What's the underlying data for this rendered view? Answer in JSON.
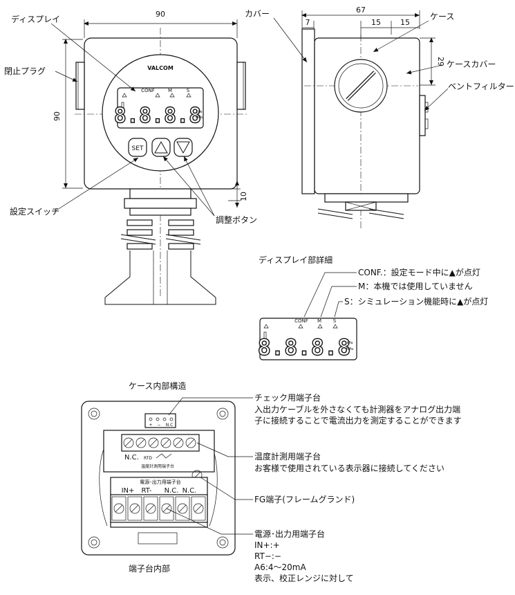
{
  "front_view": {
    "width_dim": "90",
    "height_dim": "90",
    "neck_dim": "10",
    "logo": "VALCOM",
    "labels": {
      "display": "ディスプレイ",
      "plug": "閉止プラグ",
      "set_switch": "設定スイッチ",
      "adjust_button": "調整ボタン"
    },
    "set_button": "SET",
    "indicator_labels": [
      "CONF",
      "M",
      "S"
    ],
    "digits": "8.8.8.8",
    "unit_top": "kPa",
    "unit_bottom": "MPa"
  },
  "side_view": {
    "width_dim": "67",
    "dim_7": "7",
    "dim_15a": "15",
    "dim_15b": "15",
    "dim_29": "29",
    "labels": {
      "cover": "カバー",
      "case": "ケース",
      "case_cover": "ケースカバー",
      "vent_filter": "ベントフィルター"
    }
  },
  "display_detail": {
    "title": "ディスプレイ部詳細",
    "indicator_labels": [
      "CONF",
      "M",
      "S"
    ],
    "digits": "8.8.8.8",
    "unit_top": "kPa",
    "unit_bottom": "MPa",
    "notes": [
      "CONF.：設定モード中に▲が点灯",
      "M：本機では使用していません",
      "S：シミュレーション機能時に▲が点灯"
    ]
  },
  "internal": {
    "title": "ケース内部構造",
    "caption": "端子台内部",
    "check_block_marks": [
      "+",
      "−",
      "N.C"
    ],
    "temp_block_marks": [
      "N.C.",
      "RTD"
    ],
    "temp_block_label": "温度計測用端子台",
    "power_block_label": "電源･出力用端子台",
    "power_terms": [
      "IN+",
      "RT-",
      "N.C.",
      "N.C."
    ],
    "callouts": {
      "check": {
        "title": "チェック用端子台",
        "lines": [
          "入出力ケーブルを外さなくても計測器をアナログ出力端",
          "子に接続することで電流出力を測定することができます"
        ]
      },
      "temp": {
        "title": "温度計測用端子台",
        "lines": [
          "お客様で使用されている表示器に接続してください"
        ]
      },
      "fg": {
        "title": "FG端子(フレームグランド)"
      },
      "power": {
        "title": "電源･出力用端子台",
        "lines": [
          "IN+:+",
          "RT−:−",
          "A6:4～20mA",
          "表示、校正レンジに対して"
        ]
      }
    }
  }
}
